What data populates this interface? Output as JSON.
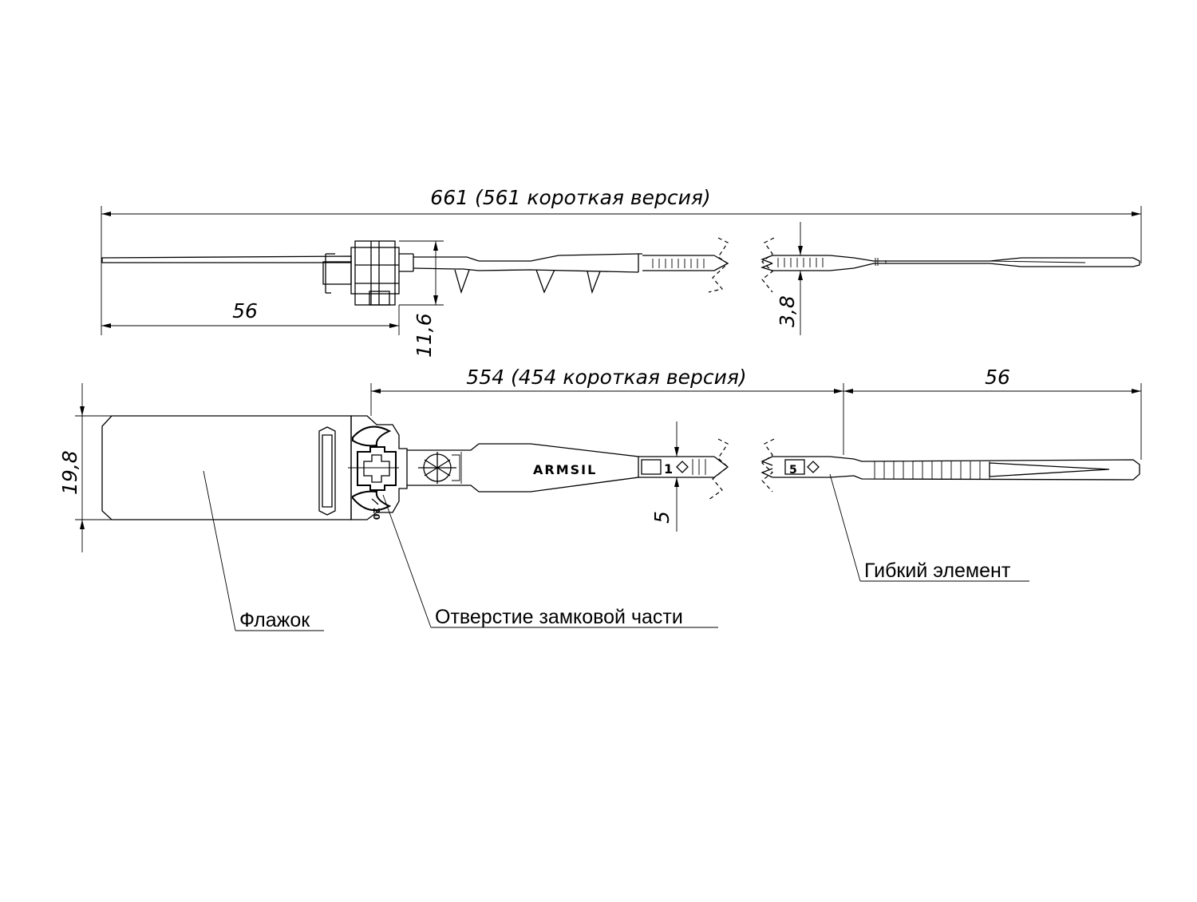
{
  "dimensions": {
    "total_length": "661 (561 короткая версия)",
    "flag_side_length": "56",
    "lock_height": "11,6",
    "strap_thickness": "3,8",
    "strap_length": "554 (454 короткая версия)",
    "tail_length": "56",
    "flag_height": "19,8",
    "strap_width": "5"
  },
  "labels": {
    "flag": "Флажок",
    "lock_hole": "Отверстие замковой части",
    "flexible_element": "Гибкий элемент"
  },
  "markings": {
    "brand": "ARMSIL",
    "size_mark": "20",
    "digit_left": "1",
    "digit_right": "5"
  }
}
